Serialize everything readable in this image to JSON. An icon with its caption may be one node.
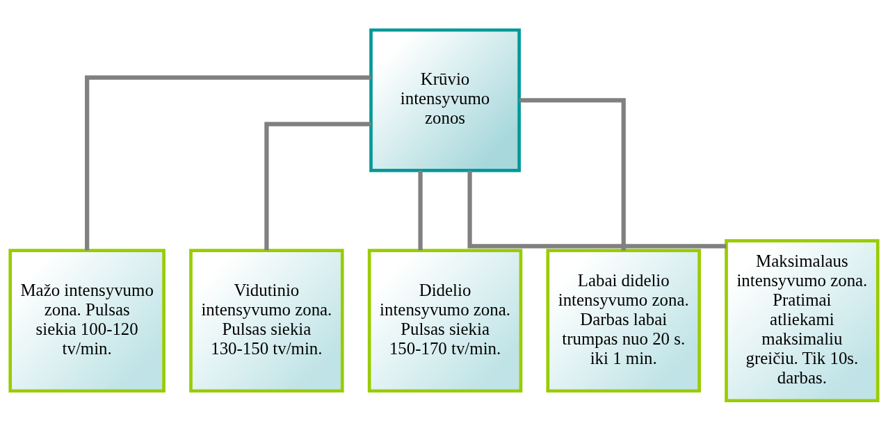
{
  "diagram": {
    "nodes": [
      {
        "text": [
          "Krūvio intensyvumo zonos"
        ]
      },
      {
        "text": [
          "Mažo intensyvumo zona. Pulsas siekia 100-120 tv/min."
        ]
      },
      {
        "text": [
          "Vidutinio intensyvumo zona. Pulsas siekia 130-150 tv/min."
        ]
      },
      {
        "text": [
          "Didelio intensyvumo zona. Pulsas siekia 150-170 tv/min."
        ]
      },
      {
        "text": [
          "Labai didelio intensyvumo zona. Darbas labai trumpas nuo 20 s. iki 1 min."
        ]
      },
      {
        "text": [
          "Maksimalaus intensyvumo zona. Pratimai atliekami maksimaliu greičiu. Tik 10s. darbas."
        ]
      }
    ],
    "edges": [
      {
        "from": 0,
        "to": 1,
        "arrow": "none"
      },
      {
        "from": 0,
        "to": 2,
        "arrow": "none"
      },
      {
        "from": 0,
        "to": 3,
        "arrow": "none"
      },
      {
        "from": 0,
        "to": 4,
        "arrow": "none"
      },
      {
        "from": 0,
        "to": 5,
        "arrow": "none"
      }
    ]
  }
}
